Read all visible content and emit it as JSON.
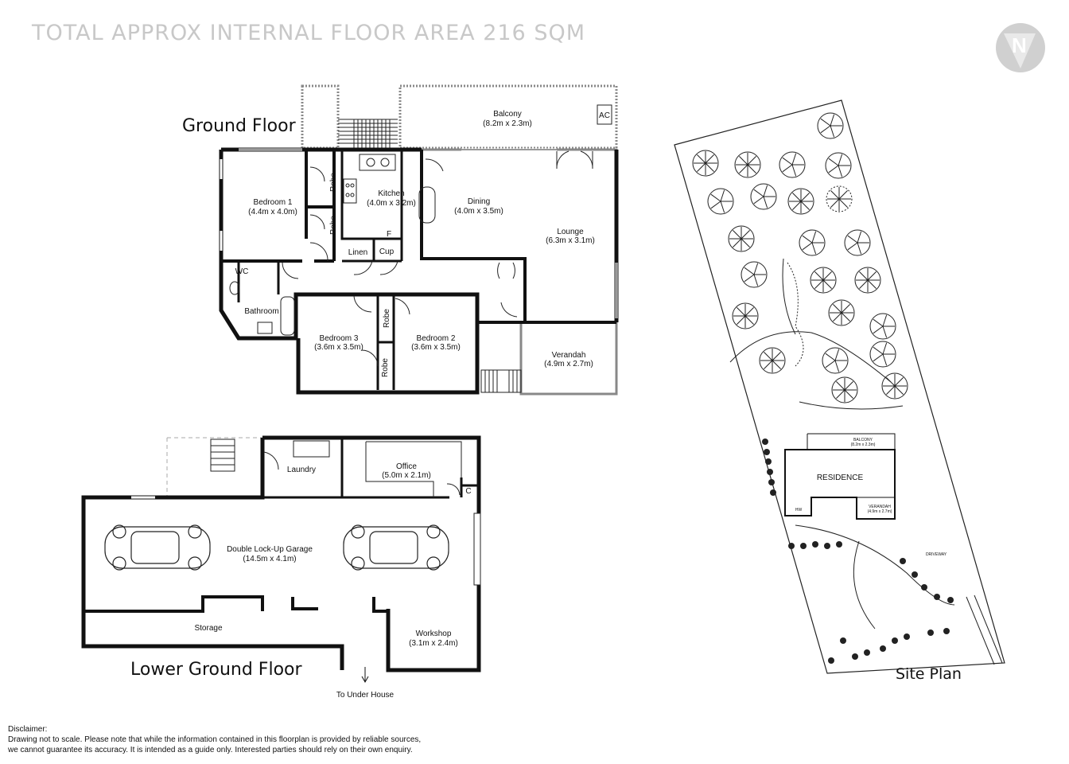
{
  "header": {
    "total_area": "TOTAL APPROX INTERNAL FLOOR AREA 216 SQM"
  },
  "floors": {
    "ground_title": "Ground Floor",
    "lower_title": "Lower Ground Floor",
    "site_title": "Site Plan"
  },
  "ground_rooms": {
    "balcony": {
      "name": "Balcony",
      "dims": "(8.2m x 2.3m)"
    },
    "ac": "AC",
    "bedroom1": {
      "name": "Bedroom 1",
      "dims": "(4.4m x 4.0m)"
    },
    "kitchen": {
      "name": "Kitchen",
      "dims": "(4.0m x 3.2m)"
    },
    "dining": {
      "name": "Dining",
      "dims": "(4.0m x 3.5m)"
    },
    "lounge": {
      "name": "Lounge",
      "dims": "(6.3m x 3.1m)"
    },
    "robe": "Robe",
    "f": "F",
    "linen": "Linen",
    "cup": "Cup",
    "wc": "WC",
    "bathroom": "Bathroom",
    "bedroom3": {
      "name": "Bedroom 3",
      "dims": "(3.6m x 3.5m)"
    },
    "bedroom2": {
      "name": "Bedroom 2",
      "dims": "(3.6m x 3.5m)"
    },
    "verandah": {
      "name": "Verandah",
      "dims": "(4.9m x 2.7m)"
    }
  },
  "lower_rooms": {
    "laundry": "Laundry",
    "office": {
      "name": "Office",
      "dims": "(5.0m x 2.1m)"
    },
    "c": "C",
    "garage": {
      "name": "Double Lock-Up Garage",
      "dims": "(14.5m x 4.1m)"
    },
    "storage": "Storage",
    "workshop": {
      "name": "Workshop",
      "dims": "(3.1m x 2.4m)"
    },
    "under_house": "To Under House"
  },
  "site": {
    "residence": "RESIDENCE",
    "balcony": "BALCONY",
    "balcony_dims": "(8.2m x 2.3m)",
    "verandah": "VERANDAH",
    "verandah_dims": "(4.9m x 2.7m)",
    "hw": "HW",
    "driveway": "DRIVEWAY"
  },
  "compass": {
    "letter": "N"
  },
  "disclaimer": {
    "title": "Disclaimer:",
    "line1": "Drawing not to scale. Please note that while the information contained in this floorplan is provided by reliable sources,",
    "line2": "we cannot guarantee its accuracy. It is intended as a guide only. Interested parties should rely on their  own enquiry."
  }
}
